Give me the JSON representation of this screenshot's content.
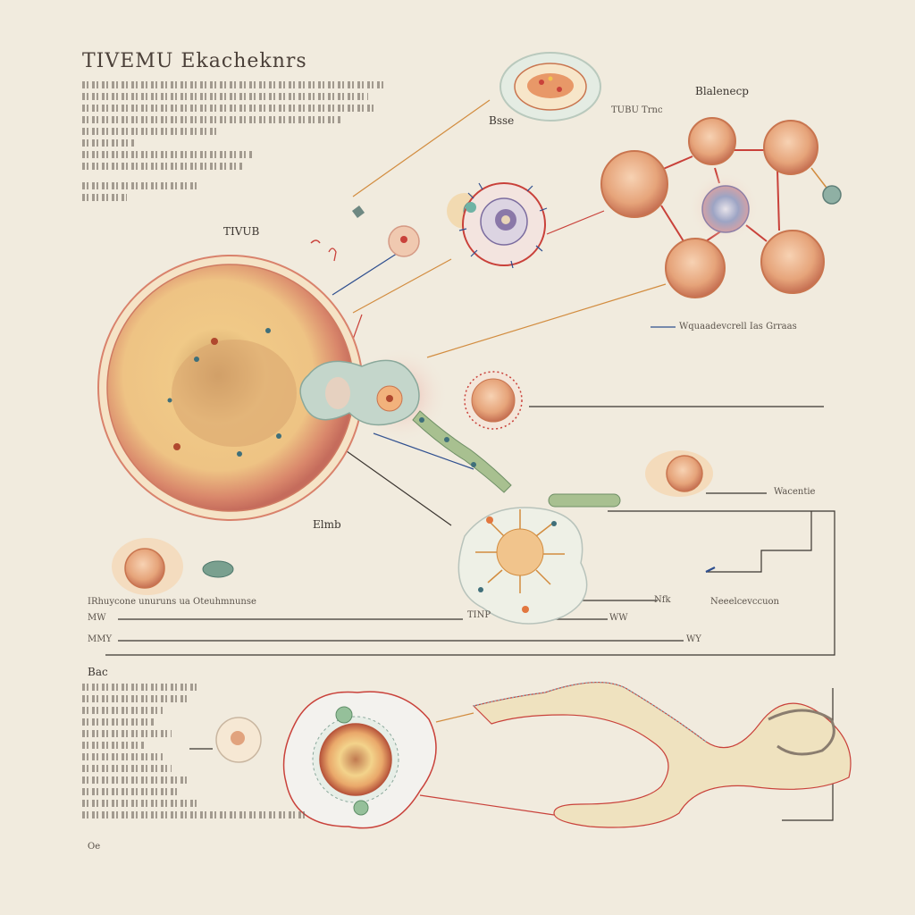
{
  "title": "TIVEMU Ekacheknrs",
  "labels": {
    "top_center": "Bsse",
    "top_small": "TUBU Trnc",
    "top_right": "Blalenecp",
    "left_mid": "TIVUB",
    "middle_right": "Wquaadevcrell Ias Grraas",
    "right_mid": "Wacentie",
    "right_lower": "Neeelcevccuon",
    "left_lower": "Elmb",
    "bottom_center": "TINP",
    "row_label_1": "IRhuycone unuruns ua Oteuhmnunse",
    "row_label_2": "MW",
    "row_label_3": "MMY",
    "row_label_4": "Nfk",
    "row_label_5": "WW",
    "row_label_6": "WY",
    "bottom_left_title": "Bac",
    "bottom_left_last": "Oe"
  },
  "colors": {
    "ink": "#3b3530",
    "red_line": "#c9413a",
    "orange_line": "#d28c3f",
    "blue_line": "#2f4f8f",
    "cell_fill": "#e4a87c",
    "cell_edge": "#c9754f"
  }
}
